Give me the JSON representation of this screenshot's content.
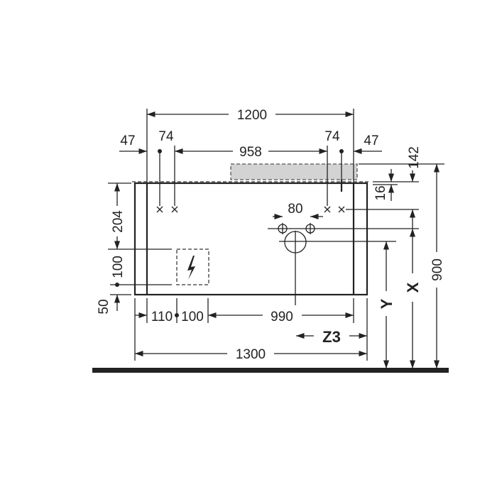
{
  "dimensions": {
    "top_width": "1200",
    "left_offset": "47",
    "right_offset": "47",
    "left_tap": "74",
    "right_tap": "74",
    "tap_spacing": "958",
    "top_height": "142",
    "counter_thickness": "16",
    "drain_spacing": "80",
    "left_height": "204",
    "socket_height": "100",
    "bottom_offset": "50",
    "bottom_left": "110",
    "socket_width": "100",
    "bottom_span": "990",
    "z_label": "Z3",
    "total_width": "1300",
    "total_height": "900",
    "x_label": "X",
    "y_label": "Y"
  },
  "colors": {
    "line": "#222222",
    "basin": "#d3d3d3"
  }
}
